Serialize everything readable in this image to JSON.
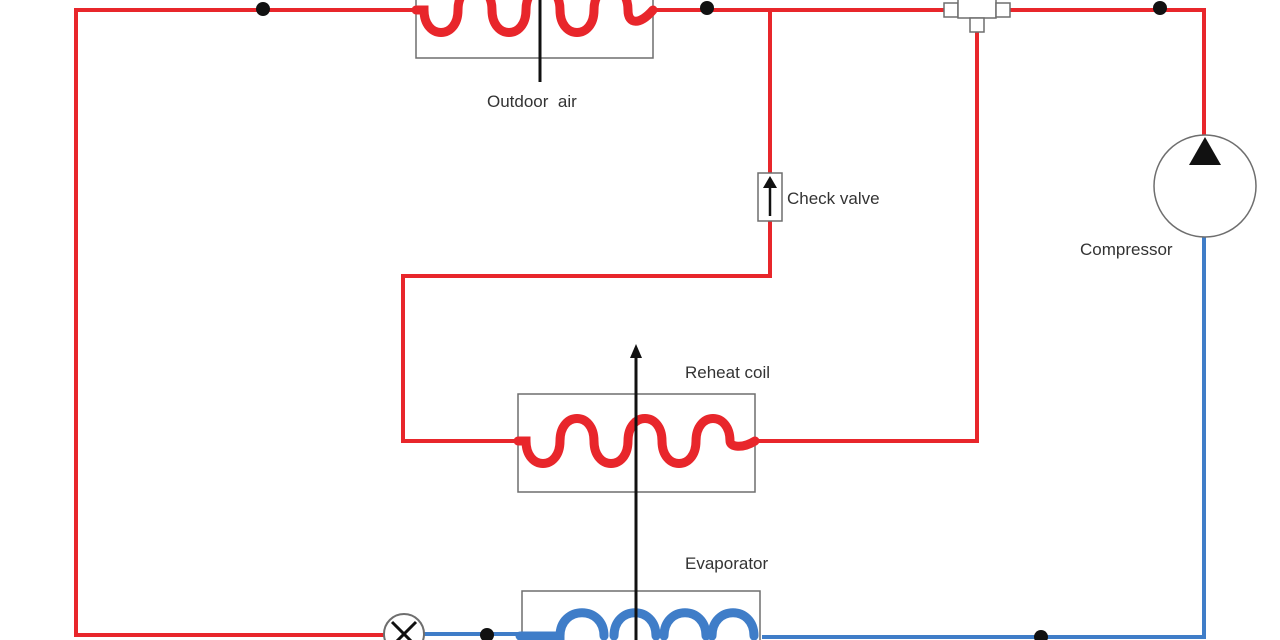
{
  "labels": {
    "outdoor_air": "Outdoor  air",
    "check_valve": "Check valve",
    "compressor": "Compressor",
    "reheat_coil": "Reheat coil",
    "evaporator": "Evaporator"
  },
  "colors": {
    "hot_line": "#e8262b",
    "cold_line": "#3f7dc8",
    "box_stroke": "#6e6e6e",
    "air_arrow": "#111111",
    "junction": "#111111"
  },
  "icons": {
    "expansion_valve": "x-circle-icon",
    "compressor": "triangle-up-circle-icon",
    "check_valve": "up-arrow-box-icon",
    "reversing_valve": "t-junction-icon"
  }
}
